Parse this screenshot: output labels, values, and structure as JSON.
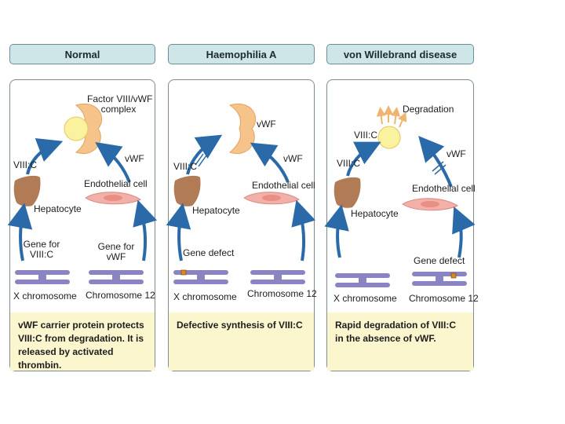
{
  "colors": {
    "header_bg": "#cfe6e8",
    "caption_bg": "#fcf6cf",
    "arrow": "#2a6aa8",
    "hepatocyte": "#b07b55",
    "endothelial": "#f2b0a8",
    "vwf": "#f6c48a",
    "factor_viii": "#fbf2a0",
    "chromosome": "#8a84c2",
    "defect_mark": "#d88a1c"
  },
  "panels": [
    {
      "header": "Normal",
      "complex_label_1": "Factor VIII/vWF",
      "complex_label_2": "complex",
      "viii_label": "VIII:C",
      "vwf_label": "vWF",
      "hepatocyte_label": "Hepatocyte",
      "endothelial_label": "Endothelial cell",
      "gene_left_1": "Gene for",
      "gene_left_2": "VIII:C",
      "gene_right_1": "Gene for",
      "gene_right_2": "vWF",
      "x_chromosome_label": "X chromosome",
      "chromosome12_label": "Chromosome 12",
      "caption": "vWF carrier protein protects VIII:C from degradation. It is released by activated thrombin."
    },
    {
      "header": "Haemophilia A",
      "vwf_product_label": "vWF",
      "viii_label": "VIII:C",
      "vwf_label": "vWF",
      "hepatocyte_label": "Hepatocyte",
      "endothelial_label": "Endothelial cell",
      "gene_defect_label": "Gene defect",
      "x_chromosome_label": "X chromosome",
      "chromosome12_label": "Chromosome 12",
      "caption": "Defective synthesis of VIII:C"
    },
    {
      "header": "von Willebrand disease",
      "degradation_label": "Degradation",
      "viii_product_label": "VIII:C",
      "viii_label": "VIII:C",
      "vwf_label": "vWF",
      "hepatocyte_label": "Hepatocyte",
      "endothelial_label": "Endothelial cell",
      "gene_defect_label": "Gene defect",
      "x_chromosome_label": "X chromosome",
      "chromosome12_label": "Chromosome 12",
      "caption": "Rapid degradation of VIII:C in the absence of vWF."
    }
  ]
}
